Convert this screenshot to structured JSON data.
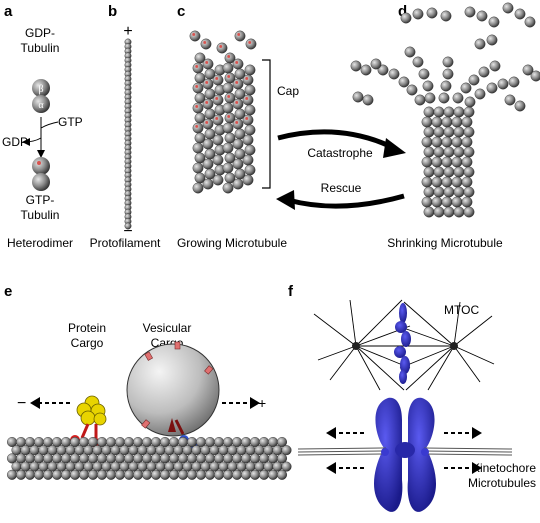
{
  "panels": {
    "a": {
      "letter": "a",
      "gdp_tubulin": [
        "GDP-",
        "Tubulin"
      ],
      "beta": "β",
      "alpha": "α",
      "gtp": "GTP",
      "gdp": "GDP",
      "gtp_tubulin": [
        "GTP-",
        "Tubulin"
      ],
      "caption": "Heterodimer"
    },
    "b": {
      "letter": "b",
      "plus": "+",
      "minus": "−",
      "caption": "Protofilament"
    },
    "c": {
      "letter": "c",
      "cap": "Cap",
      "caption": "Growing Microtubule"
    },
    "d": {
      "letter": "d",
      "caption": "Shrinking Microtubule"
    },
    "transitions": {
      "catastrophe": "Catastrophe",
      "rescue": "Rescue"
    },
    "e": {
      "letter": "e",
      "protein_cargo": [
        "Protein",
        "Cargo"
      ],
      "vesicular_cargo": [
        "Vesicular",
        "Cargo"
      ],
      "minus": "−",
      "plus": "+"
    },
    "f": {
      "letter": "f",
      "mtoc": "MTOC",
      "kinetochore": [
        "Kinetochore",
        "Microtubules"
      ]
    }
  },
  "colors": {
    "bead": "#8a8a8a",
    "gtp_mark": "#d9534f",
    "chromosome": "#2a2ab8",
    "protein_cargo": "#e8d400",
    "motor_red": "#d42020",
    "motor_blue": "#3050c8",
    "vesicle": "#c9c9c9"
  }
}
